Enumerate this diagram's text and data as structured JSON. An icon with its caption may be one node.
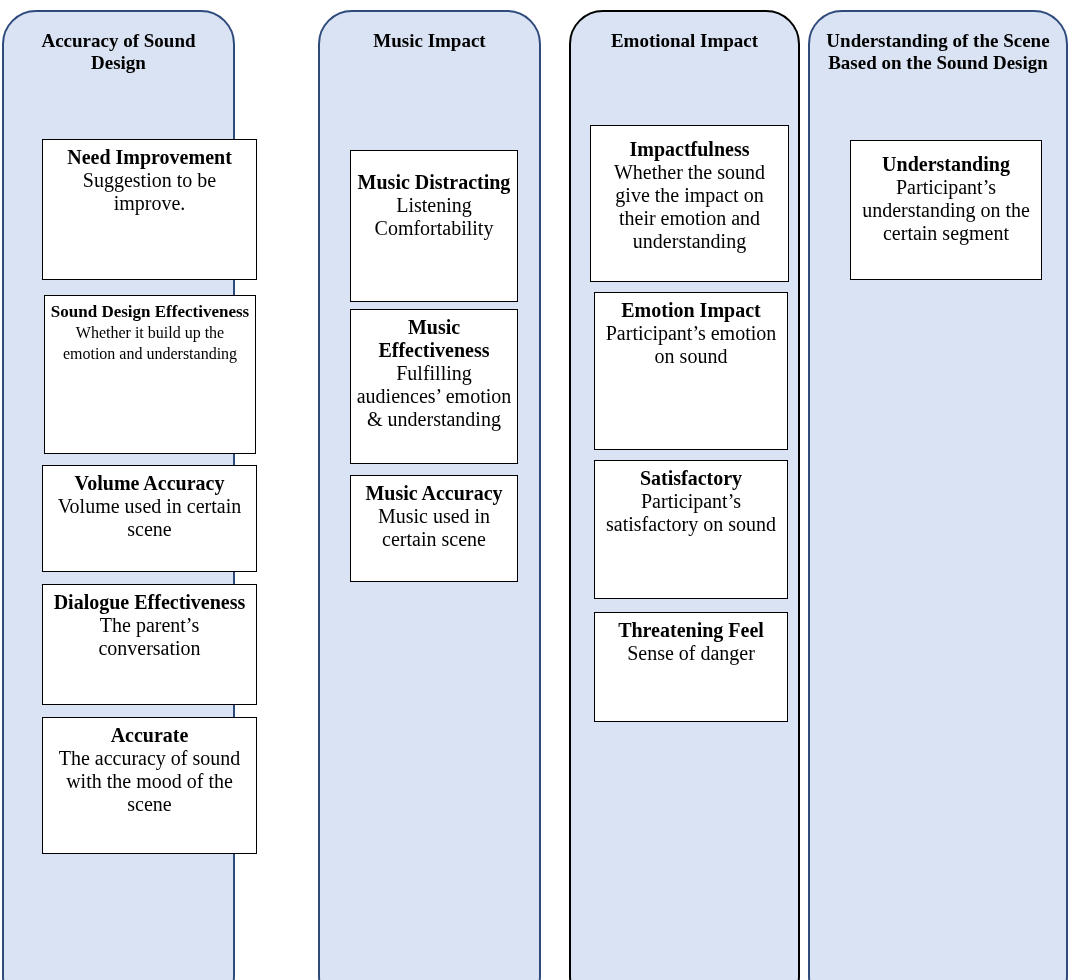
{
  "diagram": {
    "nodes": [
      {
        "text": [
          "Accuracy of Sound Design"
        ]
      },
      {
        "text": [
          "Need Improvement",
          "Suggestion to be improve."
        ],
        "in": 0
      },
      {
        "text": [
          "Sound Design Effectiveness",
          "Whether it build up the emotion and understanding"
        ],
        "in": 0
      },
      {
        "text": [
          "Volume Accuracy",
          "Volume used in certain scene"
        ],
        "in": 0
      },
      {
        "text": [
          "Dialogue Effectiveness",
          "The parent’s conversation"
        ],
        "in": 0
      },
      {
        "text": [
          "Accurate",
          "The accuracy of sound with the mood of the scene"
        ],
        "in": 0
      },
      {
        "text": [
          "Music Impact"
        ]
      },
      {
        "text": [
          "Music Distracting",
          "Listening Comfortability"
        ],
        "in": 6
      },
      {
        "text": [
          "Music Effectiveness",
          "Fulfilling audiences’ emotion & understanding"
        ],
        "in": 6
      },
      {
        "text": [
          "Music Accuracy",
          "Music used in certain scene"
        ],
        "in": 6
      },
      {
        "text": [
          "Emotional Impact"
        ]
      },
      {
        "text": [
          "Impactfulness",
          "Whether the sound give the impact on their emotion and understanding"
        ],
        "in": 10
      },
      {
        "text": [
          "Emotion Impact",
          "Participant’s emotion on sound"
        ],
        "in": 10
      },
      {
        "text": [
          "Satisfactory",
          "Participant’s satisfactory on sound"
        ],
        "in": 10
      },
      {
        "text": [
          "Threatening Feel",
          "Sense of danger"
        ],
        "in": 10
      },
      {
        "text": [
          "Understanding of the Scene Based on the Sound Design"
        ]
      },
      {
        "text": [
          "Understanding",
          "Participant’s understanding on the certain segment"
        ],
        "in": 15
      }
    ]
  }
}
